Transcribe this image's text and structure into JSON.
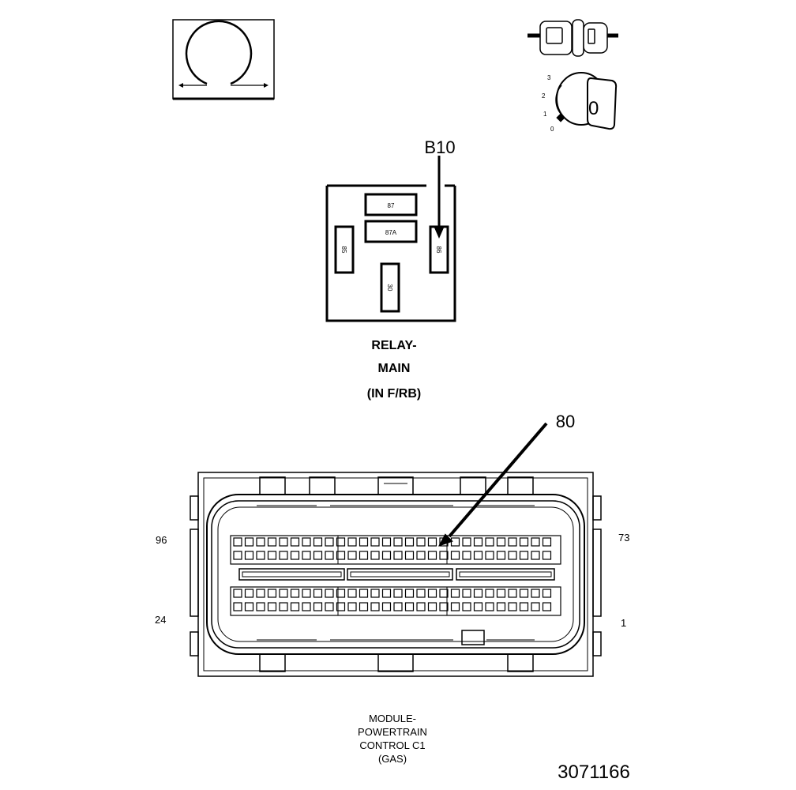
{
  "relay": {
    "callout": "B10",
    "terminals": {
      "t87": "87",
      "t87a": "87A",
      "t85": "85",
      "t86": "86",
      "t30": "30"
    },
    "title_lines": [
      "RELAY-",
      "MAIN",
      "(IN F/RB)"
    ]
  },
  "key_switch": {
    "positions": [
      "3",
      "2",
      "1",
      "0"
    ],
    "key_label": "0"
  },
  "connector": {
    "callout": "80",
    "pin_labels": {
      "top_left": "96",
      "top_right": "73",
      "bottom_left": "24",
      "bottom_right": "1"
    },
    "title_lines": [
      "MODULE-",
      "POWERTRAIN",
      "CONTROL C1",
      "(GAS)"
    ]
  },
  "figure_number": "3071166"
}
